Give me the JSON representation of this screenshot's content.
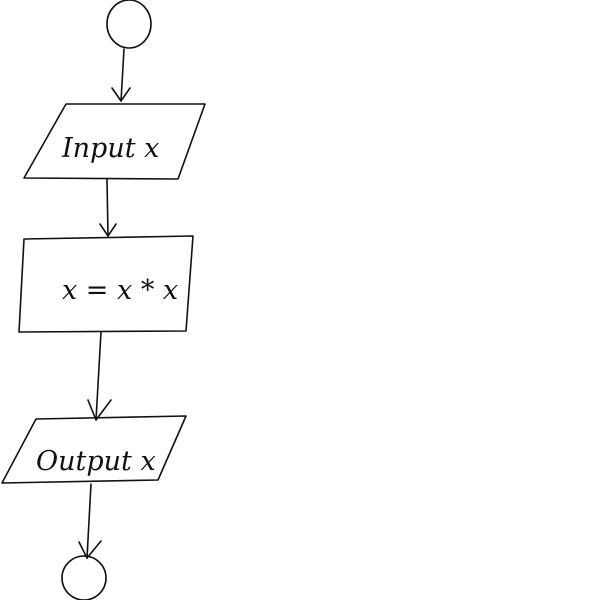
{
  "diagram": {
    "type": "flowchart",
    "nodes": [
      {
        "id": "start",
        "shape": "circle",
        "label": ""
      },
      {
        "id": "input",
        "shape": "parallelogram",
        "label": "Input x"
      },
      {
        "id": "process",
        "shape": "rectangle",
        "label": "x = x * x"
      },
      {
        "id": "output",
        "shape": "parallelogram",
        "label": "Output x"
      },
      {
        "id": "end",
        "shape": "circle",
        "label": ""
      }
    ],
    "edges": [
      {
        "from": "start",
        "to": "input"
      },
      {
        "from": "input",
        "to": "process"
      },
      {
        "from": "process",
        "to": "output"
      },
      {
        "from": "output",
        "to": "end"
      }
    ]
  }
}
